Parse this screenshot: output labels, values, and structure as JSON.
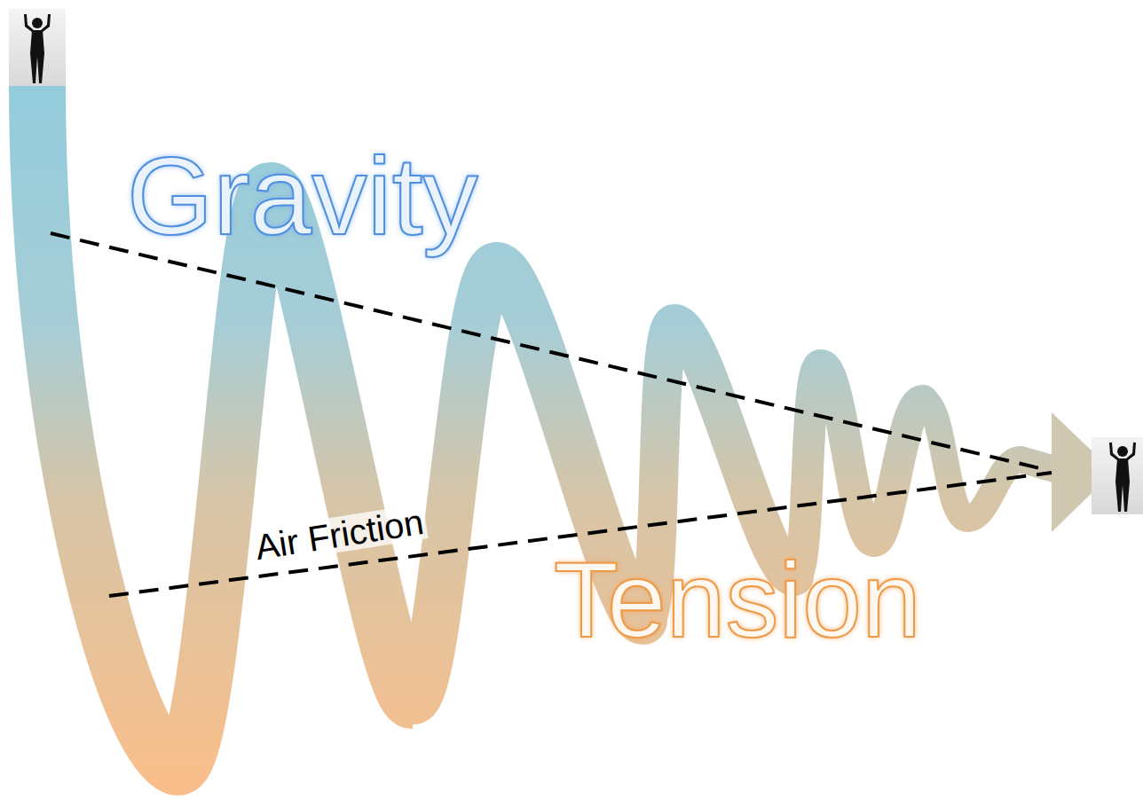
{
  "diagram": {
    "labels": [
      "Gravity",
      "Air Friction",
      "Tension"
    ]
  }
}
